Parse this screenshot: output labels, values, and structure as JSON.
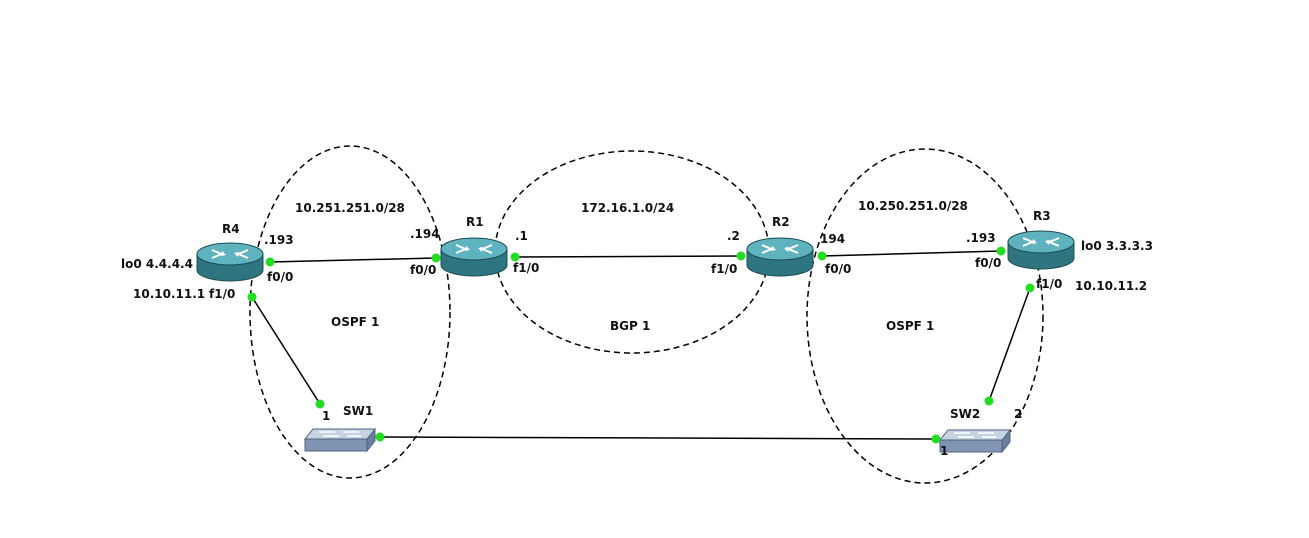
{
  "topology": {
    "routers": {
      "r4": {
        "name": "R4",
        "loopback": "lo0 4.4.4.4",
        "ip": "10.10.11.1"
      },
      "r1": {
        "name": "R1"
      },
      "r2": {
        "name": "R2"
      },
      "r3": {
        "name": "R3",
        "loopback": "lo0 3.3.3.3",
        "ip": "10.10.11.2"
      }
    },
    "switches": {
      "sw1": {
        "name": "SW1",
        "port": "1"
      },
      "sw2": {
        "name": "SW2",
        "port_left": "1",
        "port_top": "2"
      }
    },
    "networks": {
      "left": "10.251.251.0/28",
      "middle": "172.16.1.0/24",
      "right": "10.250.251.0/28"
    },
    "areas": {
      "left": "OSPF 1",
      "middle": "BGP 1",
      "right": "OSPF 1"
    },
    "interfaces": {
      "r4_host": ".193",
      "r4_f00": "f0/0",
      "r4_f10": "f1/0",
      "r1_host_left": ".194",
      "r1_f00": "f0/0",
      "r1_host_right": ".1",
      "r1_f10": "f1/0",
      "r2_host_left": ".2",
      "r2_f10": "f1/0",
      "r2_host_right": "194",
      "r2_f00": "f0/0",
      "r3_host": ".193",
      "r3_f00": "f0/0",
      "r3_f10": "f1/0"
    }
  },
  "colors": {
    "router_body": "#3d8c97",
    "router_top": "#5fb3bf",
    "switch_body": "#8ea4c0",
    "switch_top": "#c6d3e3",
    "link": "#000000",
    "port_dot": "#22dd22",
    "boundary": "#000000"
  }
}
